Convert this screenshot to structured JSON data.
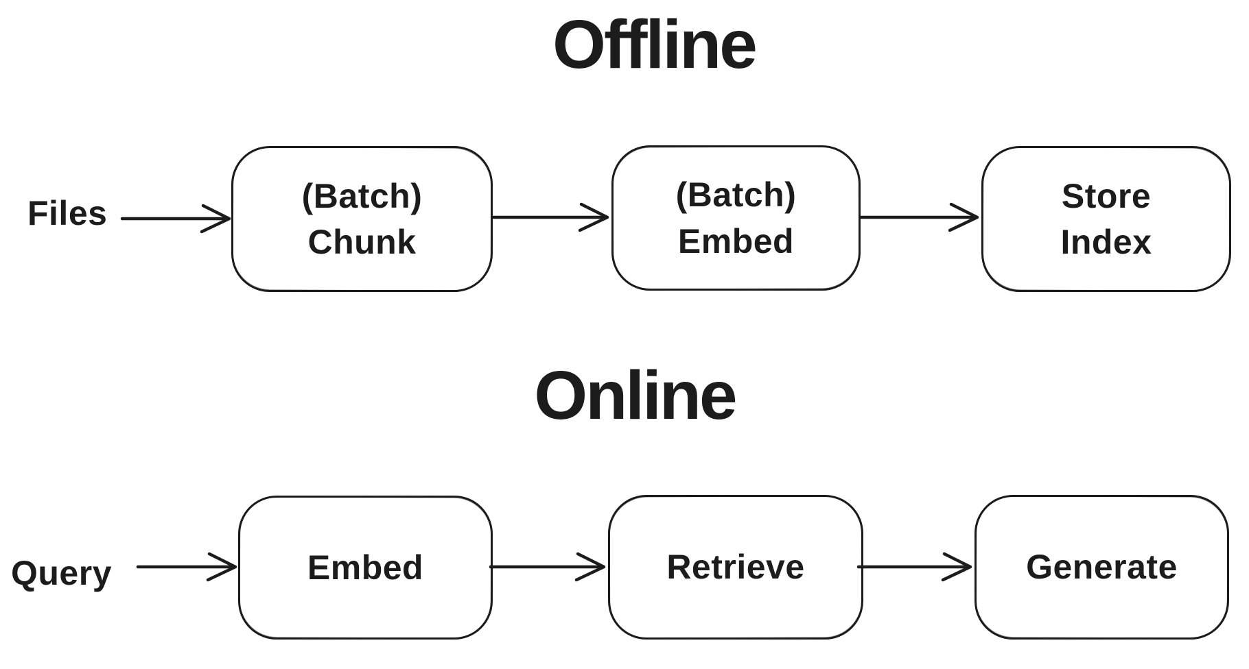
{
  "canvas": {
    "background": "#ffffff",
    "ink": "#1c1c1c",
    "style": "hand-drawn-flowchart"
  },
  "sections": [
    {
      "title": "Offline",
      "source_label": "Files",
      "nodes": [
        {
          "lines": [
            "(Batch)",
            "Chunk"
          ]
        },
        {
          "lines": [
            "(Batch)",
            "Embed"
          ]
        },
        {
          "lines": [
            "Store",
            "Index"
          ]
        }
      ],
      "connections": [
        {
          "from": "Files",
          "to": "(Batch) Chunk"
        },
        {
          "from": "(Batch) Chunk",
          "to": "(Batch) Embed"
        },
        {
          "from": "(Batch) Embed",
          "to": "Store Index"
        }
      ]
    },
    {
      "title": "Online",
      "source_label": "Query",
      "nodes": [
        {
          "lines": [
            "Embed"
          ]
        },
        {
          "lines": [
            "Retrieve"
          ]
        },
        {
          "lines": [
            "Generate"
          ]
        }
      ],
      "connections": [
        {
          "from": "Query",
          "to": "Embed"
        },
        {
          "from": "Embed",
          "to": "Retrieve"
        },
        {
          "from": "Retrieve",
          "to": "Generate"
        }
      ]
    }
  ]
}
